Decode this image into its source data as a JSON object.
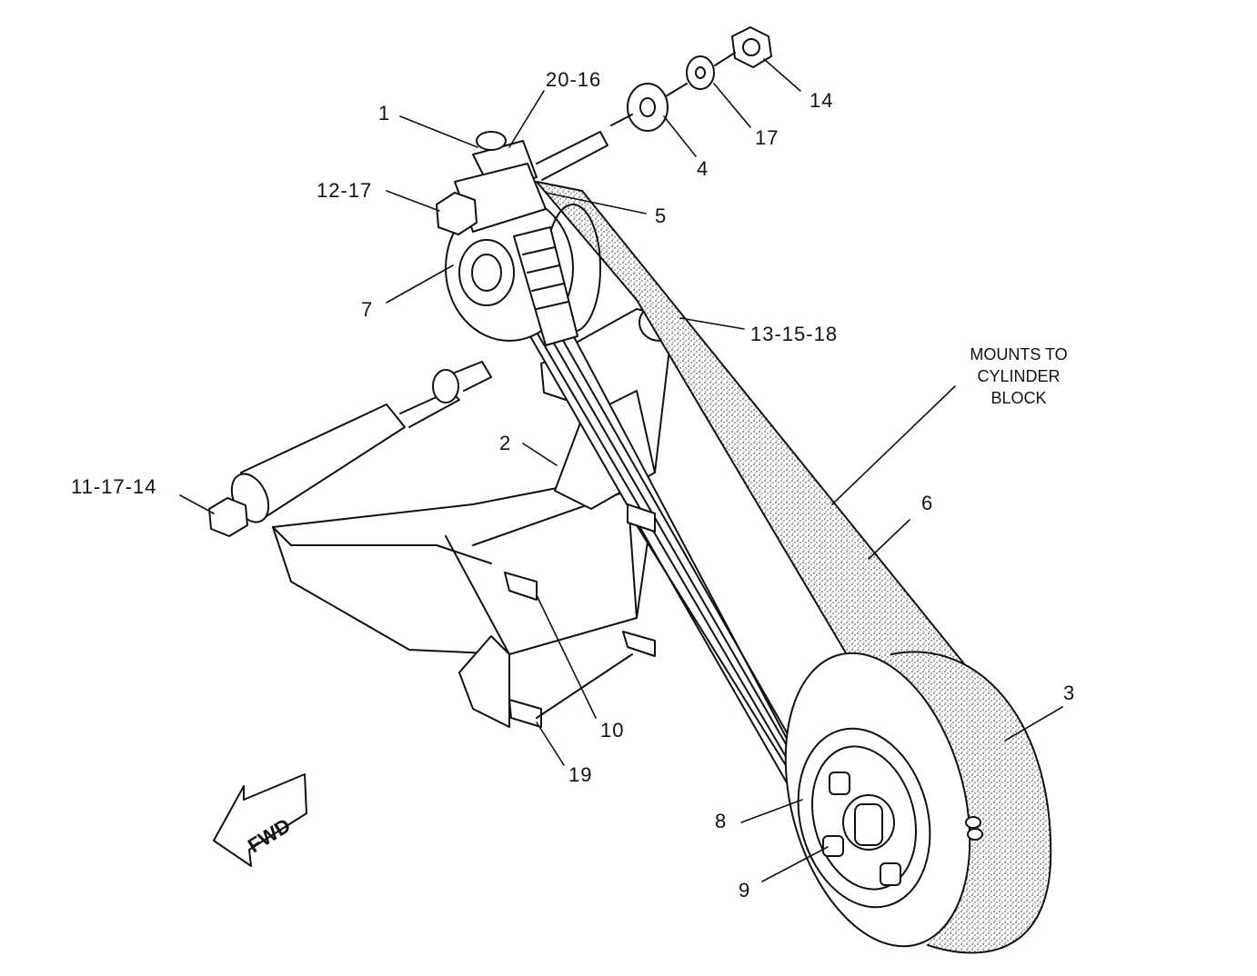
{
  "callouts": {
    "c1": "1",
    "c20_16": "20-16",
    "c12_17": "12-17",
    "c7": "7",
    "c5": "5",
    "c4": "4",
    "c17": "17",
    "c14": "14",
    "c13_15_18": "13-15-18",
    "c2": "2",
    "c11_17_14": "11-17-14",
    "c6": "6",
    "c3": "3",
    "c10": "10",
    "c19": "19",
    "c8": "8",
    "c9": "9"
  },
  "note": {
    "line1": "MOUNTS TO",
    "line2": "CYLINDER",
    "line3": "BLOCK"
  },
  "fwd_label": "FWD",
  "colors": {
    "ink": "#111111",
    "belt_fill": "#d9d9d9",
    "background": "#ffffff"
  }
}
